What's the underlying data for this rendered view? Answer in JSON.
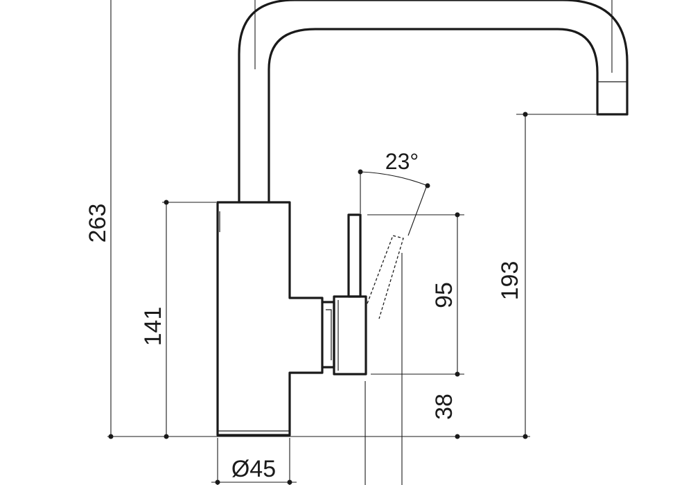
{
  "dimensions": {
    "overall_height": "263",
    "body_height": "141",
    "spout_height": "193",
    "lever_length": "95",
    "lever_base_height": "38",
    "body_diameter": "Ø45",
    "lever_angle": "23°"
  }
}
